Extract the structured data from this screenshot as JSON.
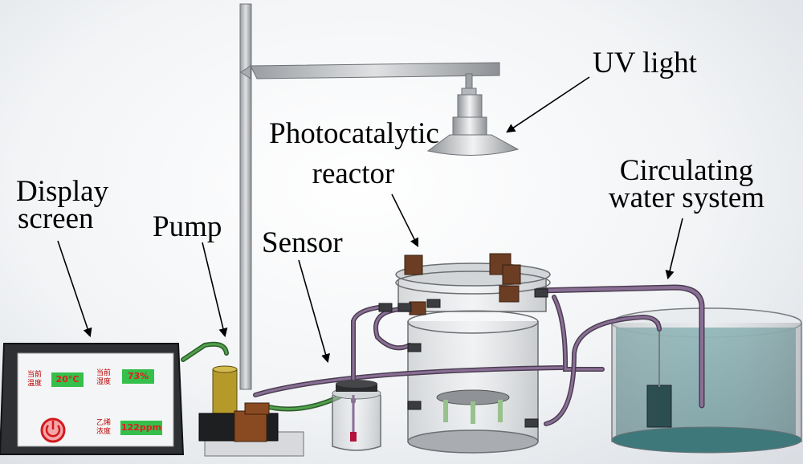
{
  "labels": {
    "uv_light": "UV light",
    "photocatalytic_reactor_line1": "Photocatalytic",
    "photocatalytic_reactor_line2": "reactor",
    "circulating_line1": "Circulating",
    "circulating_line2": "water system",
    "display_line1": "Display",
    "display_line2": "screen",
    "pump": "Pump",
    "sensor": "Sensor"
  },
  "display": {
    "row1_caption_line1": "当前",
    "row1_caption_line2": "温度",
    "row1_value": "20°C",
    "row2_caption_line1": "当前",
    "row2_caption_line2": "湿度",
    "row2_value": "73%",
    "row3_caption_line1": "乙烯",
    "row3_caption_line2": "浓度",
    "row3_value": "122ppm",
    "power_icon": "power-icon"
  },
  "colors": {
    "tube_purple": "#8a6f95",
    "tube_green": "#3f7a3c",
    "water": "#4f8b8e",
    "screen_green": "#34c04a",
    "screen_text": "#e31b23",
    "pump_yellow": "#b59a2a"
  }
}
